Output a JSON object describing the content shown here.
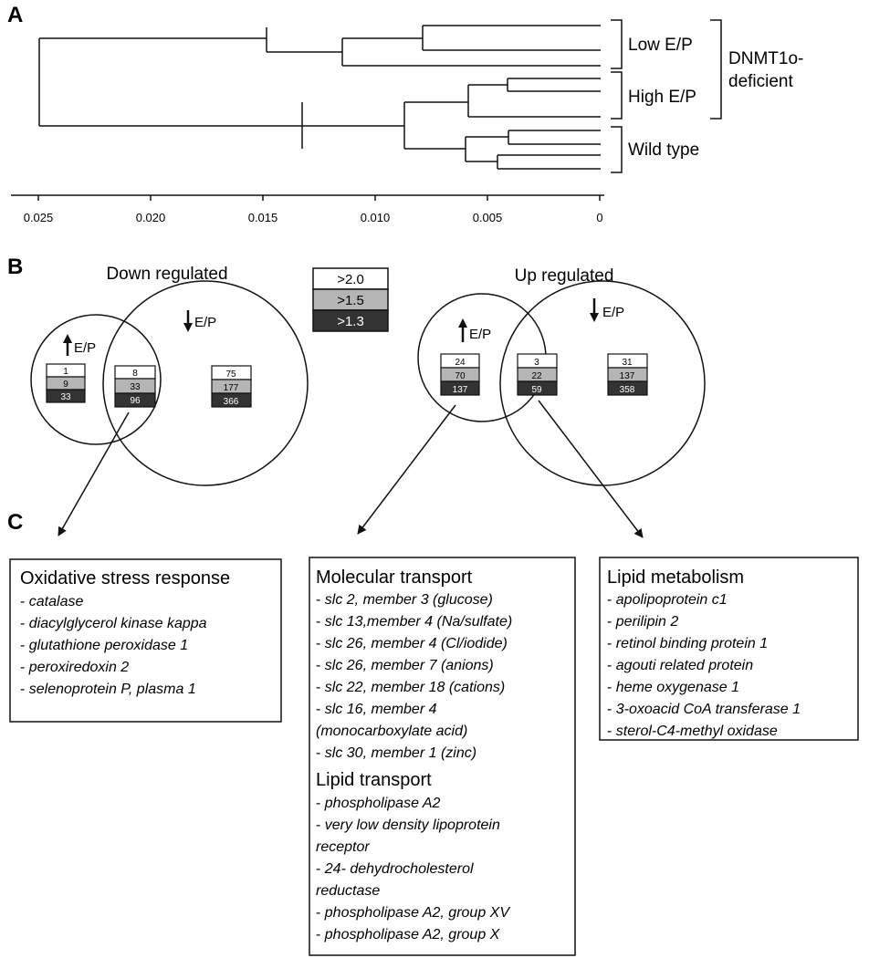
{
  "panels": {
    "a": "A",
    "b": "B",
    "c": "C"
  },
  "dendrogram": {
    "axis_ticks": [
      "0.025",
      "0.020",
      "0.015",
      "0.010",
      "0.005",
      "0"
    ],
    "groups": {
      "low": "Low E/P",
      "high": "High E/P",
      "wild": "Wild type"
    },
    "outer_group": [
      "DNMT1o-",
      "deficient"
    ]
  },
  "legend": [
    ">2.0",
    ">1.5",
    ">1.3"
  ],
  "colors": {
    "white": "#ffffff",
    "grey": "#b5b5b5",
    "dark": "#333333"
  },
  "venn": {
    "down": {
      "title": "Down regulated",
      "small_label": "E/P",
      "large_label": "E/P",
      "left_only": [
        "1",
        "9",
        "33"
      ],
      "overlap": [
        "8",
        "33",
        "96"
      ],
      "right_only": [
        "75",
        "177",
        "366"
      ]
    },
    "up": {
      "title": "Up regulated",
      "small_label": "E/P",
      "large_label": "E/P",
      "left_only": [
        "24",
        "70",
        "137"
      ],
      "overlap": [
        "3",
        "22",
        "59"
      ],
      "right_only": [
        "31",
        "137",
        "358"
      ]
    }
  },
  "boxes": {
    "oxidative": {
      "title": "Oxidative stress response",
      "items": [
        "catalase",
        "diacylglycerol kinase kappa",
        "glutathione peroxidase 1",
        "peroxiredoxin 2",
        "selenoprotein P, plasma 1"
      ]
    },
    "transport": {
      "title": "Molecular transport",
      "items": [
        " slc 2, member 3 (glucose)",
        "slc 13,member 4 (Na/sulfate)",
        "slc 26, member 4 (Cl/iodide)",
        "slc 26, member 7 (anions)",
        "slc 22, member 18 (cations)",
        "slc 16, member 4",
        "(monocarboxylate acid)",
        "slc 30, member 1 (zinc)"
      ],
      "title2": "Lipid transport",
      "items2": [
        "phospholipase A2",
        "very low density lipoprotein",
        "receptor",
        "24- dehydrocholesterol",
        "reductase",
        "phospholipase A2, group XV",
        "phospholipase A2, group X"
      ]
    },
    "lipid": {
      "title": "Lipid metabolism",
      "items": [
        "apolipoprotein c1",
        "perilipin 2",
        "retinol binding protein 1",
        "agouti related protein",
        "heme oxygenase 1",
        "3-oxoacid CoA transferase 1",
        "sterol-C4-methyl oxidase"
      ]
    }
  }
}
